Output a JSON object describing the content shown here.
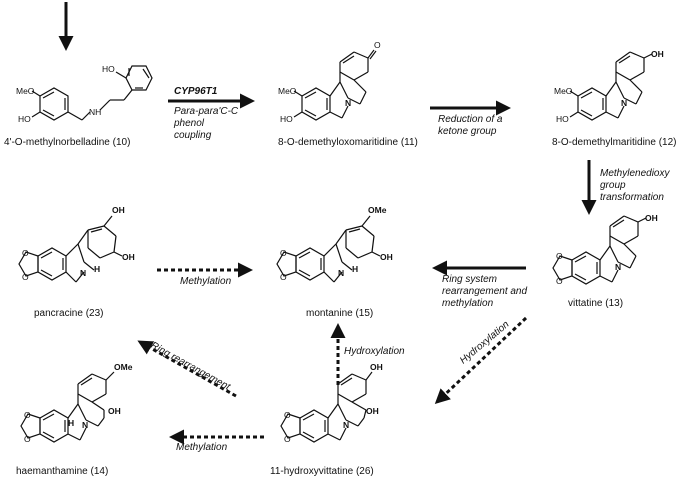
{
  "compounds": {
    "c10": "4'-O-methylnorbelladine (10)",
    "c11": "8-O-demethyloxomaritidine (11)",
    "c12": "8-O-demethylmaritidine (12)",
    "c13": "vittatine (13)",
    "c15": "montanine (15)",
    "c23": "pancracine (23)",
    "c14": "haemanthamine (14)",
    "c26": "11-hydroxyvittatine (26)"
  },
  "steps": {
    "enzyme": "CYP96T1",
    "coupling": [
      "Para-para'C-C",
      "phenol",
      "coupling"
    ],
    "reduction": [
      "Reduction of a",
      "ketone group"
    ],
    "methylenedioxy": [
      "Methylenedioxy",
      "group",
      "transformation"
    ],
    "ring_system": [
      "Ring system",
      "rearrangement and",
      "methylation"
    ],
    "methylation_top": "Methylation",
    "hydroxylation_diag": "Hydroxylation",
    "hydroxylation_up": "Hydroxylation",
    "ring_rearrangement": "Ring rearrangement",
    "methylation_bottom": "Methylation"
  },
  "atoms": {
    "HO": "HO",
    "MeO": "MeO",
    "NH": "NH",
    "N": "N",
    "O": "O",
    "OH": "OH",
    "OMe": "OMe",
    "H": "H"
  }
}
